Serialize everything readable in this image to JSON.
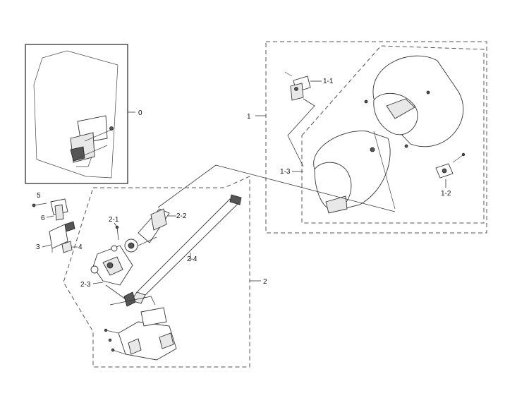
{
  "callouts": {
    "c0": "0",
    "c1": "1",
    "c1_1": "1-1",
    "c1_2": "1-2",
    "c1_3": "1-3",
    "c2": "2",
    "c2_1": "2-1",
    "c2_2": "2-2",
    "c2_3": "2-3",
    "c2_4": "2-4",
    "c3": "3",
    "c4": "4",
    "c5": "5",
    "c6": "6"
  },
  "colors": {
    "line": "#333333",
    "background": "#ffffff"
  }
}
